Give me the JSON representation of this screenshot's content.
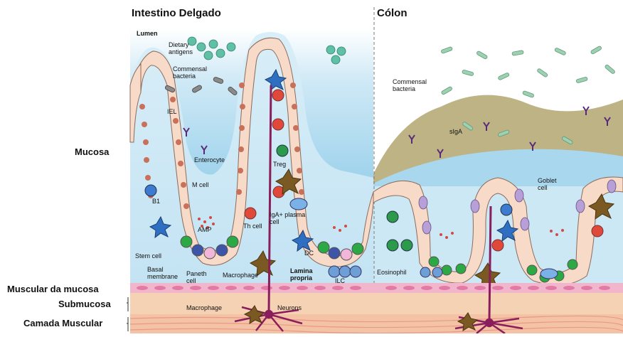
{
  "headers": {
    "small_intestine": "Intestino Delgado",
    "colon": "Cólon"
  },
  "side_labels": {
    "mucosa": "Mucosa",
    "muscularis_mucosa": "Muscular da mucosa",
    "submucosa": "Submucosa",
    "muscular_layer": "Camada Muscular"
  },
  "annotations": {
    "lumen": "Lumen",
    "dietary_antigens": "Dietary antigens",
    "commensal_bacteria_si": "Commensal bacteria",
    "iel": "IEL",
    "enterocyte": "Enterocyte",
    "treg": "Treg",
    "m_cell": "M cell",
    "b1": "B1",
    "amp": "AMP",
    "th_cell": "Th cell",
    "iga_plasma_cell": "IgA+ plasma cell",
    "stem_cell": "Stem cell",
    "dc": "DC",
    "basal_membrane": "Basal membrane",
    "paneth_cell": "Paneth cell",
    "macrophage": "Macrophage",
    "lamina_propria": "Lamina propria",
    "ilc": "ILC",
    "macrophage_submucosa": "Macrophage",
    "neurons": "Neurons",
    "commensal_bacteria_colon": "Commensal bacteria",
    "siga": "sIgA",
    "goblet_cell": "Goblet cell",
    "eosinophil": "Eosinophil"
  },
  "colors": {
    "lumen_blue": "#a8d7ee",
    "mucus": "#bbb084",
    "epithelium": "#f7d9c6",
    "nucleus": "#c9705a",
    "muscle_pink": "#f2b6cc",
    "submucosa": "#f5cfb0",
    "neuron": "#8a1d5c",
    "bacteria_green": "#8ccba6",
    "sIgA_purple": "#5a2a7a"
  }
}
